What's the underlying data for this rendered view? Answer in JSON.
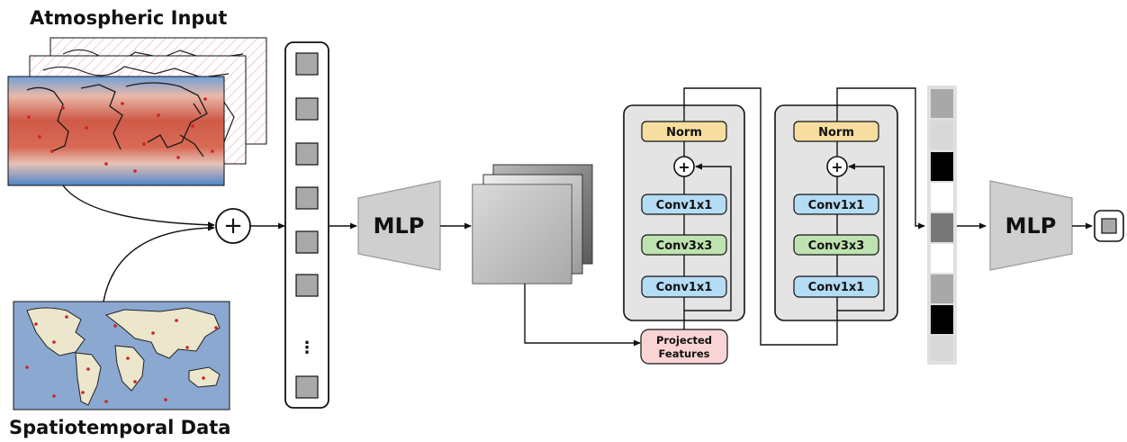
{
  "titles": {
    "atmospheric_input": "Atmospheric Input",
    "spatiotemporal_data": "Spatiotemporal Data"
  },
  "mlp": {
    "first_label": "MLP",
    "second_label": "MLP"
  },
  "resblocks": [
    {
      "layers": [
        "Norm",
        "Conv1x1",
        "Conv3x3",
        "Conv1x1"
      ]
    },
    {
      "layers": [
        "Norm",
        "Conv1x1",
        "Conv3x3",
        "Conv1x1"
      ]
    }
  ],
  "projected_features": {
    "line1": "Projected",
    "line2": "Features"
  },
  "token_sequence": {
    "ellipsis": "⋮"
  },
  "operators": {
    "add": "+",
    "block_add": "+"
  },
  "colors": {
    "norm_fill": "#f7dea0",
    "conv1x1_fill": "#b4dcf4",
    "conv3x3_fill": "#bfe3b0",
    "projected_fill": "#fad4d4",
    "block_bg": "#e4e4e4",
    "mlp_fill": "#cfcfcf",
    "heat_high": "#c94b3c",
    "heat_low": "#3f77c4",
    "ocean": "#8aa8d0",
    "land": "#ebe6cc"
  }
}
